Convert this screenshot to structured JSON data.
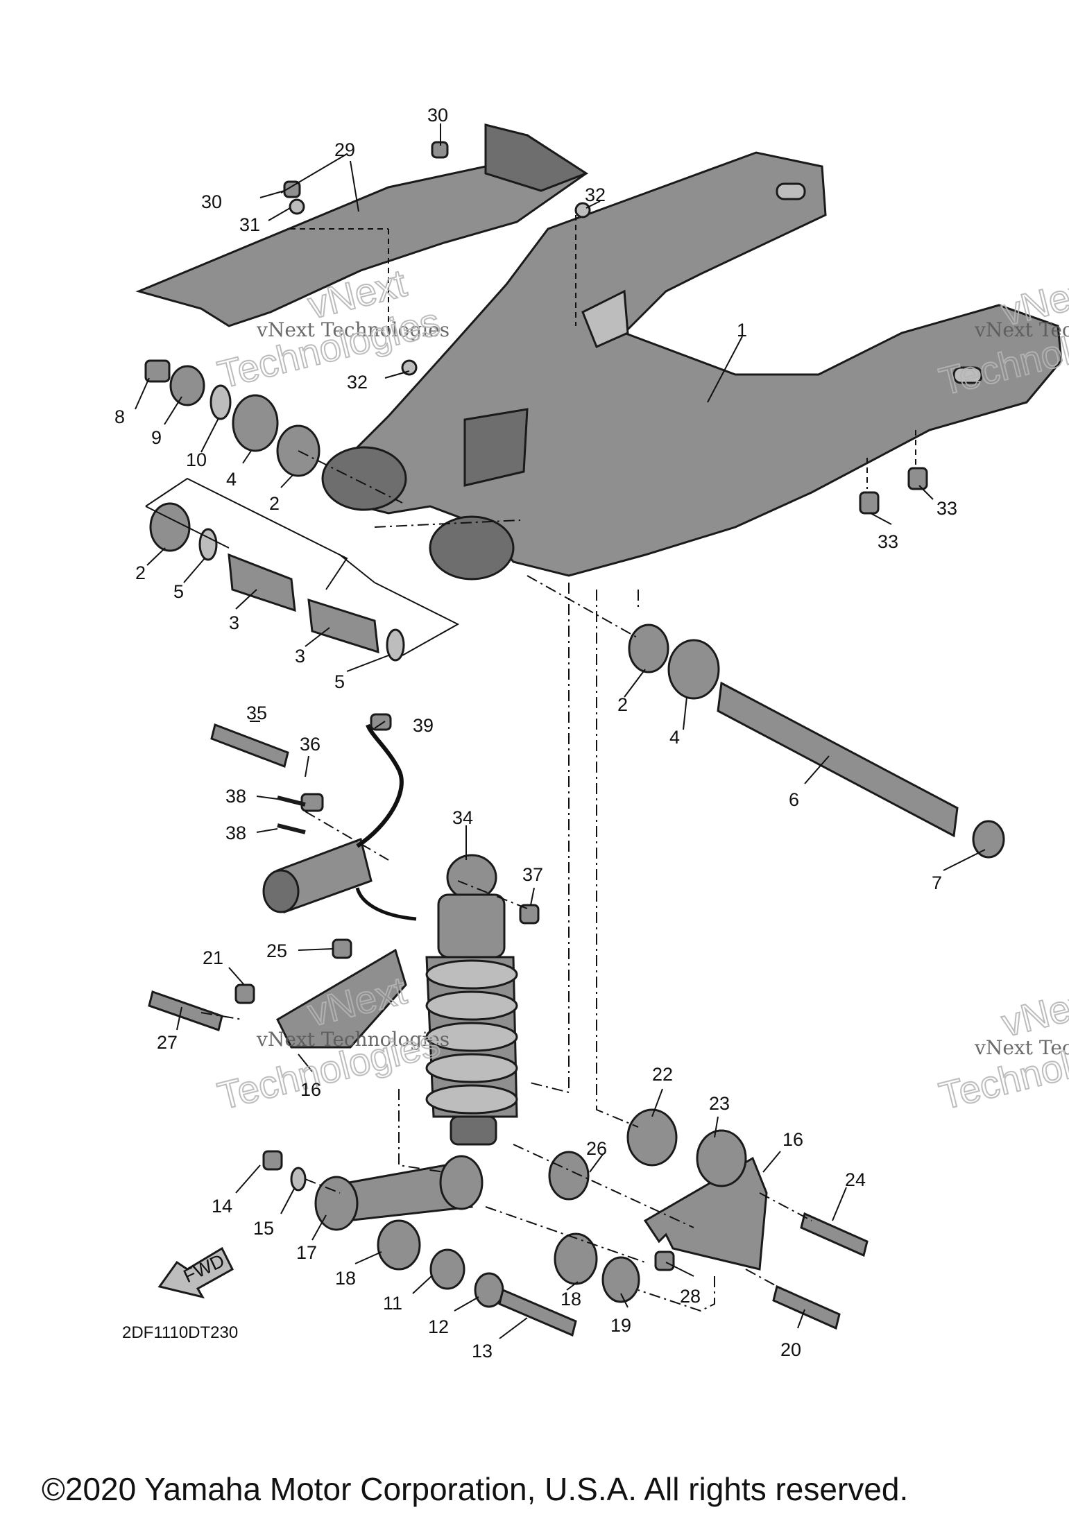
{
  "diagram": {
    "code": "2DF1110DT230",
    "copyright": "©2020 Yamaha Motor Corporation, U.S.A. All rights reserved.",
    "watermark": {
      "line1": "vNext Technologies",
      "big1": "vNext",
      "big2": "Technologies"
    },
    "fwd_label": "FWD",
    "callouts": [
      "1",
      "2",
      "2",
      "2",
      "3",
      "3",
      "4",
      "4",
      "5",
      "5",
      "6",
      "7",
      "8",
      "9",
      "10",
      "11",
      "12",
      "13",
      "14",
      "15",
      "16",
      "16",
      "17",
      "18",
      "18",
      "19",
      "20",
      "21",
      "22",
      "23",
      "24",
      "25",
      "26",
      "27",
      "28",
      "29",
      "30",
      "30",
      "31",
      "32",
      "32",
      "33",
      "33",
      "34",
      "35",
      "36",
      "37",
      "38",
      "38",
      "39"
    ]
  }
}
